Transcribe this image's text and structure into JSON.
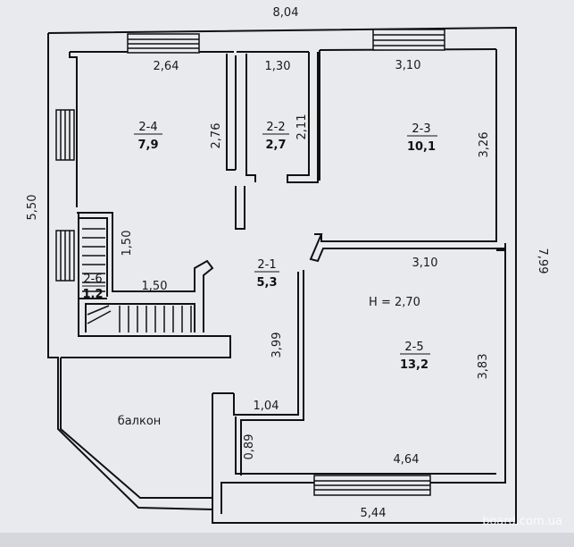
{
  "plan": {
    "dimensions": {
      "top_total": "8,04",
      "left_total": "5,50",
      "right_total": "7,99",
      "bottom_total": "5,44",
      "r24_width": "2,64",
      "r22_width": "1,30",
      "r23_width": "3,10",
      "r24_height": "2,76",
      "r22_height": "2,11",
      "r23_height": "3,26",
      "stair_height": "1,50",
      "stair_width": "1,50",
      "r25_top_width": "3,10",
      "hall_height": "3,99",
      "r25_height": "3,83",
      "step_width": "1,04",
      "step_height": "0,89",
      "r25_bottom_width": "4,64"
    },
    "rooms": [
      {
        "id": "2-4",
        "area": "7,9"
      },
      {
        "id": "2-2",
        "area": "2,7"
      },
      {
        "id": "2-3",
        "area": "10,1"
      },
      {
        "id": "2-1",
        "area": "5,3"
      },
      {
        "id": "2-6",
        "area": "1,2"
      },
      {
        "id": "2-5",
        "area": "13,2"
      }
    ],
    "ceiling_height": "Н = 2,70",
    "balcony_label": "балкон",
    "watermark": "board.com.ua",
    "colors": {
      "wall": "#111111",
      "paper": "#e9eaee"
    }
  }
}
